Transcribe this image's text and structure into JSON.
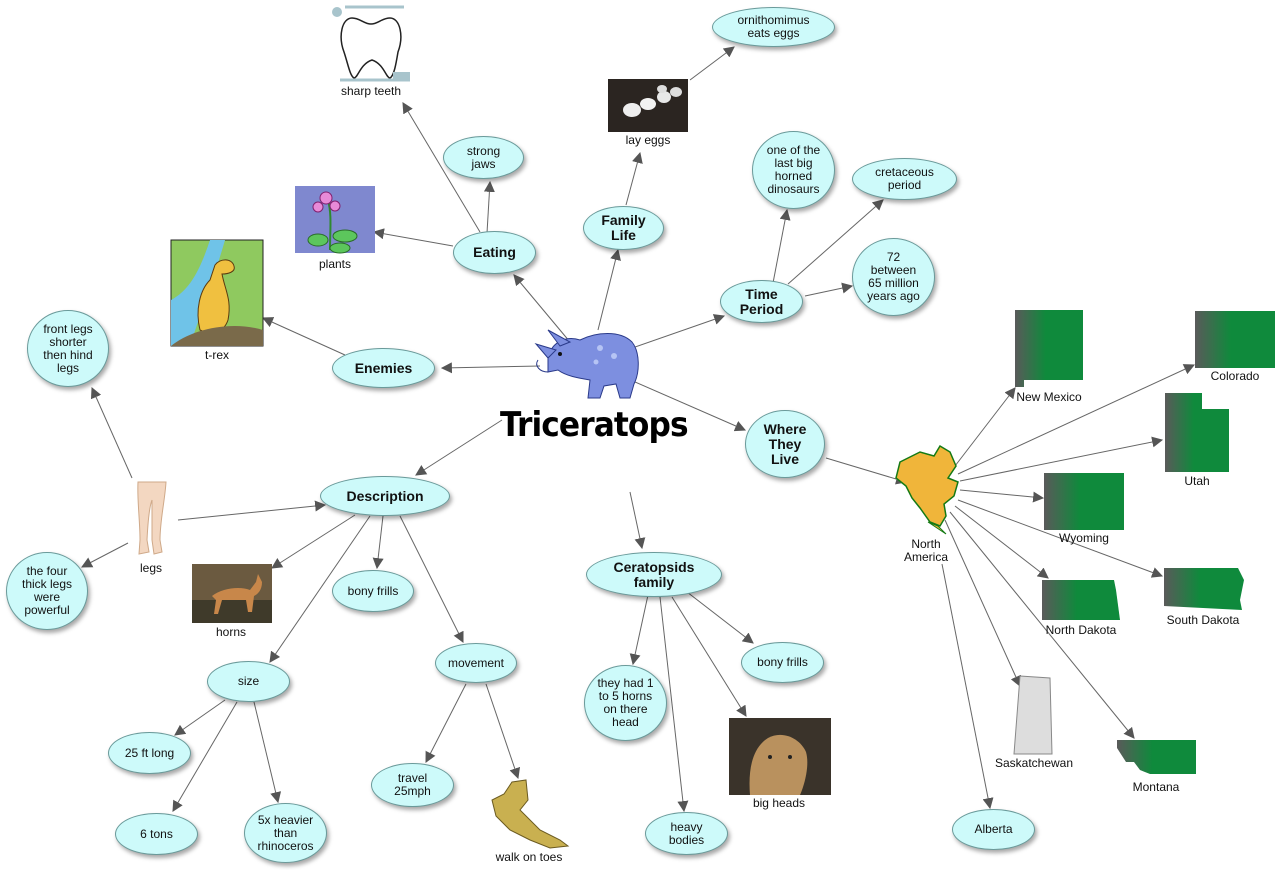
{
  "title": "Triceratops",
  "colors": {
    "node_fill": "#cdfafa",
    "node_border": "#6a9a9a",
    "state_fill": "#0f8a3c",
    "state_shadow": "#555555",
    "dino": "#7d8fe0",
    "continent": "#f0b53a"
  },
  "nodes": {
    "eating": "Eating",
    "family_life": "Family\nLife",
    "time_period": "Time\nPeriod",
    "enemies": "Enemies",
    "where_they_live": "Where\nThey\nLive",
    "description": "Description",
    "ceratopsids": "Ceratopsids\nfamily",
    "strong_jaws": "strong\njaws",
    "ornithomimus": "ornithomimus\neats eggs",
    "last_horned": "one of the\nlast big\nhorned\ndinosaurs",
    "cretaceous": "cretaceous\nperiod",
    "years_ago": "72\nbetween\n65 million\nyears ago",
    "front_legs": "front legs\nshorter\nthen hind\nlegs",
    "four_legs": "the four\nthick legs\nwere\npowerful",
    "bony_frills_desc": "bony frills",
    "movement": "movement",
    "size": "size",
    "long": "25 ft long",
    "tons": "6 tons",
    "heavier": "5x heavier\nthan\nrhinoceros",
    "travel": "travel\n25mph",
    "horns_count": "they had 1\nto 5 horns\non there\nhead",
    "bony_frills_fam": "bony frills",
    "heavy_bodies": "heavy\nbodies",
    "alberta": "Alberta"
  },
  "captions": {
    "sharp_teeth": "sharp teeth",
    "lay_eggs": "lay eggs",
    "plants": "plants",
    "trex": "t-rex",
    "legs": "legs",
    "horns": "horns",
    "walk_on_toes": "walk on toes",
    "big_heads": "big heads",
    "north_america": "North\nAmerica",
    "new_mexico": "New Mexico",
    "colorado": "Colorado",
    "utah": "Utah",
    "wyoming": "Wyoming",
    "north_dakota": "North Dakota",
    "south_dakota": "South Dakota",
    "saskatchewan": "Saskatchewan",
    "montana": "Montana"
  }
}
